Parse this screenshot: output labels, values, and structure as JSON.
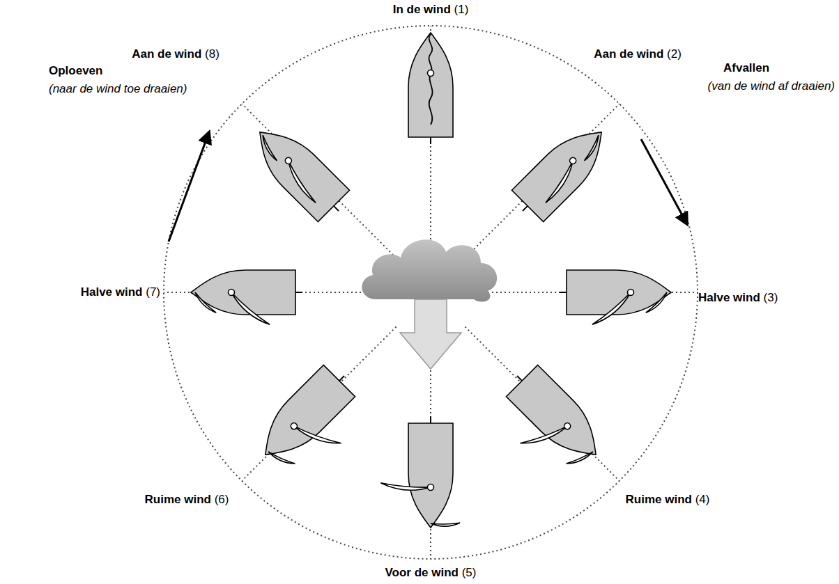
{
  "diagram": {
    "labels": [
      "In de wind",
      "(1)",
      "Aan de wind",
      "(8)",
      "Aan de wind",
      "(2)",
      "Oploeven",
      "(naar de wind toe draaien)",
      "Afvallen",
      "(van de wind af draaien)",
      "Halve wind",
      "(7)",
      "Halve wind",
      "(3)",
      "Ruime wind",
      "(6)",
      "Ruime wind",
      "(4)",
      "Voor de wind",
      "(5)"
    ]
  }
}
